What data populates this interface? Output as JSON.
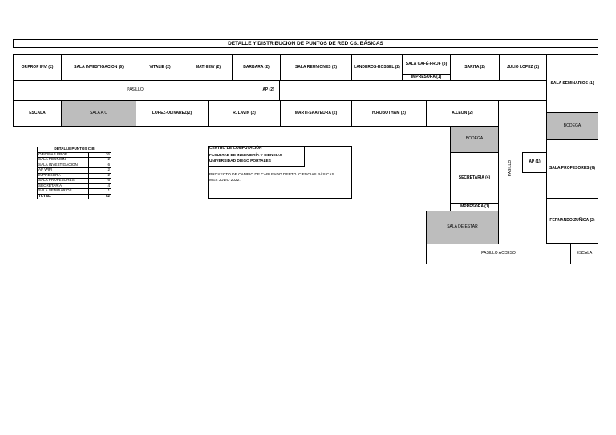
{
  "title": "DETALLE Y DISTRIBUCION DE PUNTOS DE RED CS. BÁSICAS",
  "rooms": {
    "of_prof_inv": "OF.PROF INV. (2)",
    "sala_investigacion": "SALA INVESTIGACION (6)",
    "vitalie": "VITALIE (2)",
    "mathiew": "MATHIEW (2)",
    "barbara": "BARBARA (2)",
    "sala_reuniones": "SALA REUNIONES (2)",
    "landeros_rossel": "LANDEROS-ROSSEL (2)",
    "sala_cafe_prof": "SALA CAFÉ-PROF (3)",
    "impresora_top": "IMPRESORA (1)",
    "sarita": "SARITA (2)",
    "julio_lopez": "JULIO LOPEZ (2)",
    "sala_seminarios": "SALA SEMINARIOS (1)",
    "pasillo_top": "PASILLO",
    "ap_top": "AP (2)",
    "escala_left": "ESCALA",
    "sala_ac": "SALA A.C",
    "lopez_olivarez": "LOPEZ-OLIVAREZ(2)",
    "r_lavin": "R. LAVIN (2)",
    "marti_saavedra": "MARTI-SAAVEDRA (2)",
    "h_robotham": "H.ROBOTHAM (2)",
    "a_leon": "A.LEON (2)",
    "bodega_right": "BODEGA",
    "bodega_mid": "BODEGA",
    "pasillo_vert": "PASILLO",
    "ap_mid": "AP (1)",
    "sala_profesores": "SALA PROFESORES (6)",
    "secretaria": "SECRETARIA (4)",
    "impresora_bottom": "IMPRESORA (1)",
    "fernando_zuniga": "FERNANDO ZUÑIGA (2)",
    "sala_de_estar": "SALA DE ESTAR",
    "pasillo_acceso": "PASILLO ACCESO",
    "escala_right": "ESCALA"
  },
  "summary": {
    "header": "DETALLE PUNTOS C.B",
    "rows": [
      {
        "label": "OFICINAS PROF",
        "value": "26"
      },
      {
        "label": "SALA REUNIÓN",
        "value": "2"
      },
      {
        "label": "SALA INVESTIGACIÓN",
        "value": "6"
      },
      {
        "label": "AP WIFI",
        "value": "2"
      },
      {
        "label": "IMPRESORA",
        "value": "2"
      },
      {
        "label": "SALA PROFESORES",
        "value": "6"
      },
      {
        "label": "SECRETARIA",
        "value": "4"
      },
      {
        "label": "SALA SEMINARIOS",
        "value": "1"
      },
      {
        "label": "TOTAL",
        "value": "52"
      }
    ]
  },
  "info": {
    "center": "CENTRO DE COMPUTACIÓN",
    "faculty_line1": "FACULTAD DE INGENIERÍA Y CIENCIAS",
    "faculty_line2": "UNIVERSIDAD DIEGO PORTALES",
    "project_line1": "PROYECTO DE CAMBIO DE CABLEADO DEPTO. CIENCIAS BÁSICAS.",
    "project_line2": "MES JULIO 2022."
  }
}
